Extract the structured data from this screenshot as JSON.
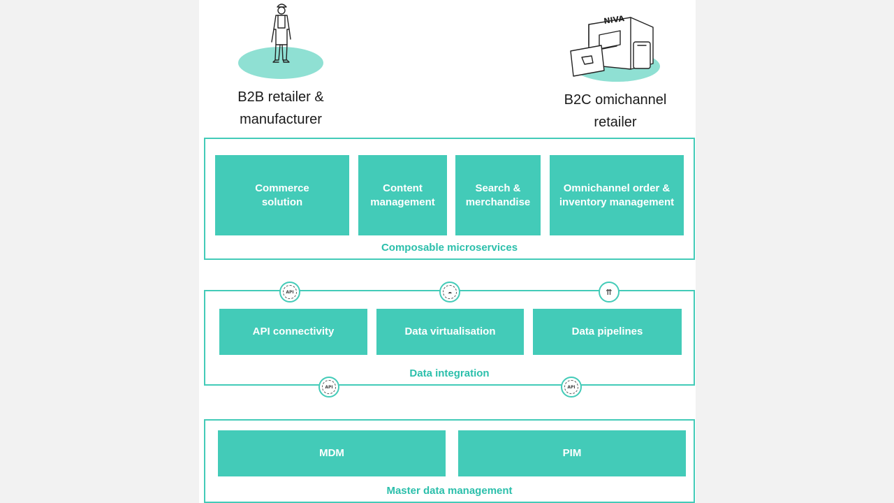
{
  "personas": {
    "b2b": {
      "label": "B2B retailer &\nmanufacturer",
      "icon": "worker-figure-icon"
    },
    "b2c": {
      "label": "B2C omichannel\nretailer",
      "icon": "storefront-phone-icon",
      "sign_text": "NIVA"
    }
  },
  "layers": {
    "microservices": {
      "label": "Composable microservices",
      "boxes": [
        {
          "label": "Commerce\nsolution"
        },
        {
          "label": "Content\nmanagement"
        },
        {
          "label": "Search &\nmerchandise"
        },
        {
          "label": "Omnichannel order &\ninventory management"
        }
      ]
    },
    "integration": {
      "label": "Data integration",
      "boxes": [
        {
          "label": "API connectivity"
        },
        {
          "label": "Data virtualisation"
        },
        {
          "label": "Data pipelines"
        }
      ],
      "node_icons": [
        "api-gear-icon",
        "cloud-gear-icon",
        "pipeline-arrows-icon",
        "api-gear-icon",
        "api-gear-icon"
      ]
    },
    "master": {
      "label": "Master data management",
      "boxes": [
        {
          "label": "MDM"
        },
        {
          "label": "PIM"
        }
      ]
    }
  },
  "colors": {
    "accent": "#43cbb8",
    "accent_text": "#2bbfab",
    "box_text": "#ffffff",
    "persona_text": "#1a1a1a"
  }
}
